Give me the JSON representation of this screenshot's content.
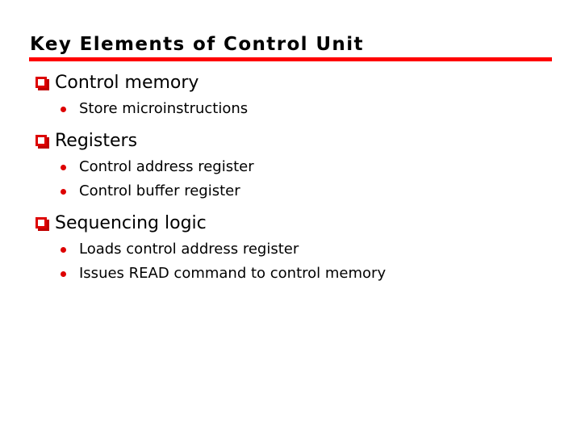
{
  "slide": {
    "title": "Key Elements of Control Unit",
    "accent_color": "#ff0000",
    "bullet_square_color": "#dd0000",
    "bullet_dot_color": "#dd0000",
    "text_color": "#000000",
    "background_color": "#ffffff",
    "groups": [
      {
        "heading": "Control memory",
        "marker": "red-hollow-square-bullet",
        "sub_items": [
          {
            "text": "Store microinstructions",
            "marker": "red-round-bullet"
          }
        ]
      },
      {
        "heading": "Registers",
        "marker": "red-hollow-square-bullet",
        "sub_items": [
          {
            "text": "Control address register",
            "marker": "red-round-bullet"
          },
          {
            "text": "Control buffer register",
            "marker": "red-round-bullet"
          }
        ]
      },
      {
        "heading": "Sequencing logic",
        "marker": "red-hollow-square-bullet",
        "sub_items": [
          {
            "text": "Loads control address register",
            "marker": "red-round-bullet"
          },
          {
            "text": "Issues READ command to control memory",
            "marker": "red-round-bullet"
          }
        ]
      }
    ]
  }
}
